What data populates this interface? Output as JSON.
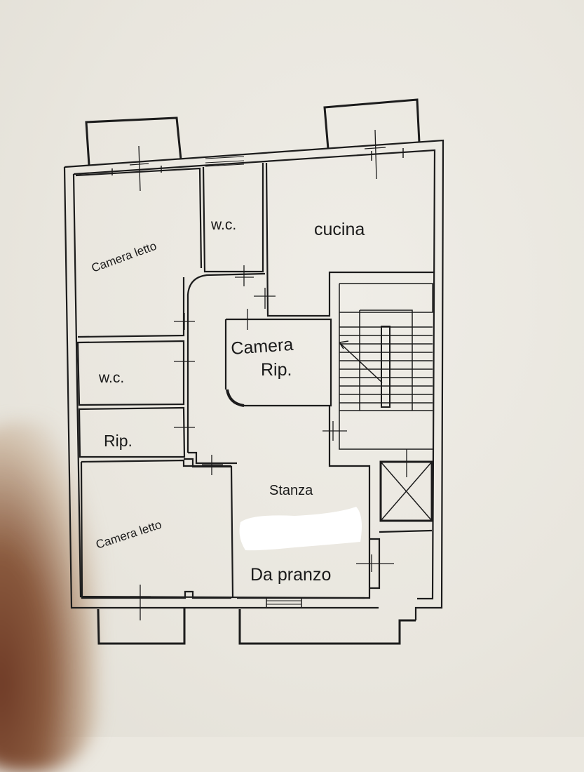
{
  "floorplan": {
    "rooms": [
      {
        "id": "camera_letto_top",
        "label": "Camera letto",
        "rotated": true
      },
      {
        "id": "wc_top",
        "label": "w.c."
      },
      {
        "id": "cucina",
        "label": "cucina"
      },
      {
        "id": "camera_rip",
        "label_line1": "Camera",
        "label_line2": "Rip."
      },
      {
        "id": "wc_left",
        "label": "w.c."
      },
      {
        "id": "rip",
        "label": "Rip."
      },
      {
        "id": "camera_letto_bottom",
        "label": "Camera letto",
        "rotated": true
      },
      {
        "id": "stanza",
        "label": "Stanza"
      },
      {
        "id": "da_pranzo",
        "label": "Da pranzo"
      }
    ],
    "features": [
      "staircase",
      "elevator-shaft",
      "balcony-top-left",
      "balcony-top-right",
      "balcony-bottom-left",
      "terrace-bottom",
      "redacted-label"
    ],
    "colors": {
      "line": "#1c1c1c",
      "paper": "#ebe8e0",
      "redaction": "#ffffff"
    }
  }
}
